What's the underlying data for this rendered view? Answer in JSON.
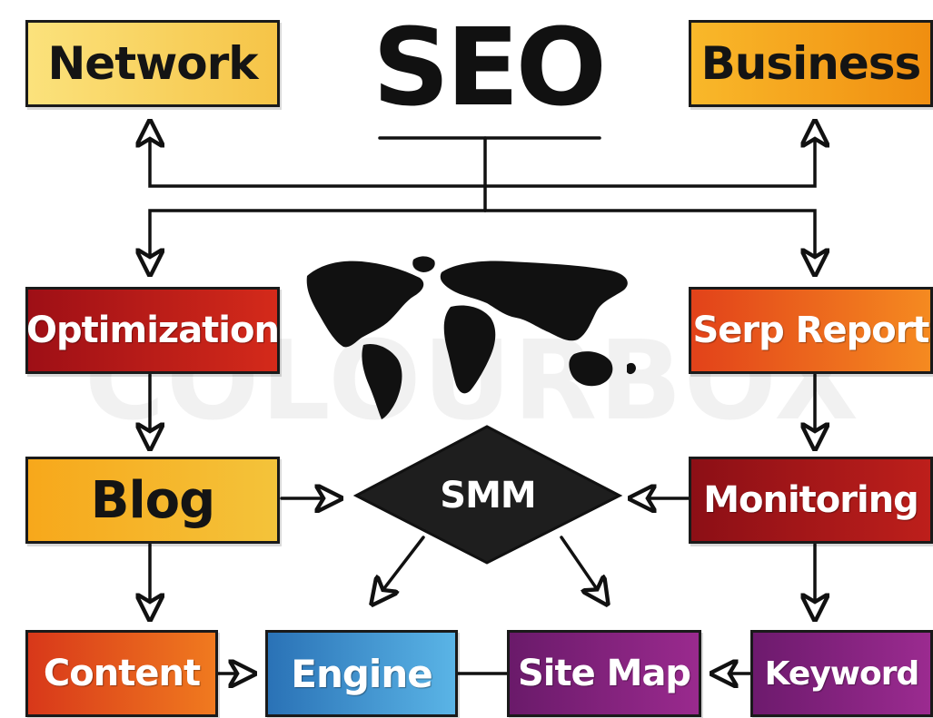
{
  "title": "SEO",
  "nodes": {
    "network": {
      "label": "Network",
      "color": "#f9d766"
    },
    "business": {
      "label": "Business",
      "color": "#f6a91c"
    },
    "optimization": {
      "label": "Optimization",
      "color": "#b8151b"
    },
    "serp_report": {
      "label": "Serp Report",
      "color": "#e8531a"
    },
    "blog": {
      "label": "Blog",
      "color": "#f6a21b"
    },
    "monitoring": {
      "label": "Monitoring",
      "color": "#a3141a"
    },
    "content": {
      "label": "Content",
      "color": "#e4471a"
    },
    "engine": {
      "label": "Engine",
      "color": "#2f86c9"
    },
    "site_map": {
      "label": "Site Map",
      "color": "#7a1f78"
    },
    "keyword": {
      "label": "Keyword",
      "color": "#7f1f7a"
    }
  },
  "center": {
    "label": "SMM",
    "color": "#1e1e1e"
  },
  "watermark": "COLOURBOX",
  "map_icon": "world-map-icon"
}
